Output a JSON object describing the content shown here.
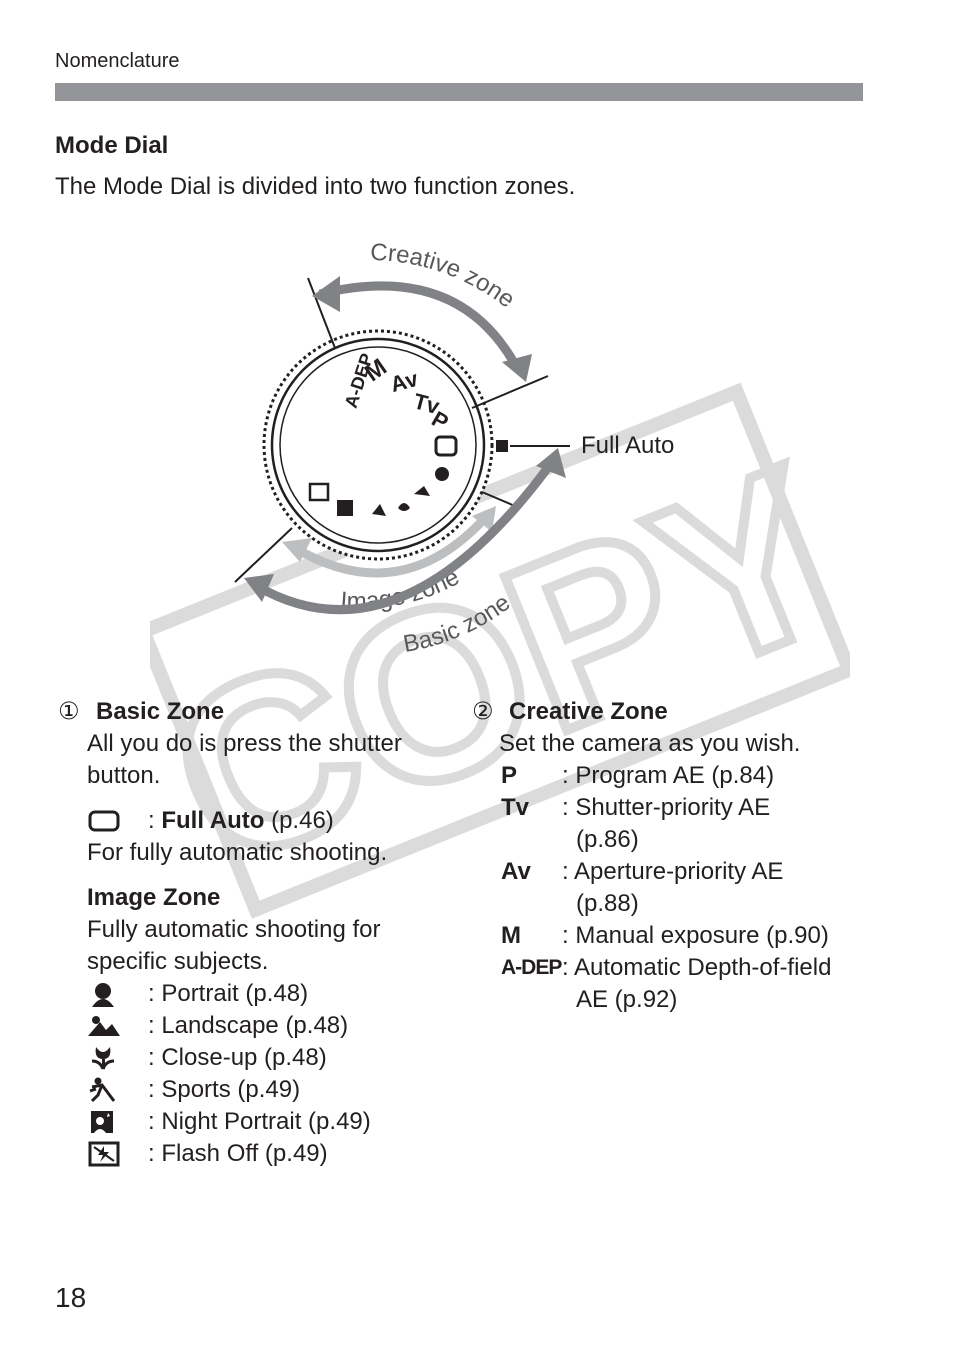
{
  "header": {
    "section": "Nomenclature"
  },
  "title": "Mode Dial",
  "intro": "The Mode Dial is divided into two function zones.",
  "diagram": {
    "creative_zone_label": "Creative zone",
    "full_auto_label": "Full Auto",
    "image_zone_label": "Image zone",
    "basic_zone_label": "Basic zone",
    "dial_marks": [
      "A-DEP",
      "M",
      "Av",
      "Tv",
      "P"
    ]
  },
  "watermark": "COPY",
  "basic": {
    "number": "①",
    "heading": "Basic Zone",
    "desc_line1": "All you do is press the shutter",
    "desc_line2": "button.",
    "full_auto": {
      "prefix": ": ",
      "name": "Full Auto",
      "page": " (p.46)"
    },
    "full_auto_desc": "For fully automatic shooting.",
    "image_zone_heading": "Image Zone",
    "image_desc_line1": "Fully automatic shooting for",
    "image_desc_line2": "specific subjects.",
    "modes": [
      {
        "icon": "portrait-icon",
        "text": ": Portrait (p.48)"
      },
      {
        "icon": "landscape-icon",
        "text": ": Landscape (p.48)"
      },
      {
        "icon": "close-up-icon",
        "text": ": Close-up (p.48)"
      },
      {
        "icon": "sports-icon",
        "text": ": Sports (p.49)"
      },
      {
        "icon": "night-portrait-icon",
        "text": ": Night Portrait (p.49)"
      },
      {
        "icon": "flash-off-icon",
        "text": ": Flash Off (p.49)"
      }
    ]
  },
  "creative": {
    "number": "②",
    "heading": "Creative Zone",
    "desc": "Set the camera as you wish.",
    "modes": [
      {
        "symbol": "P",
        "line1": ": Program AE (p.84)",
        "line2": ""
      },
      {
        "symbol": "Tv",
        "line1": ": Shutter-priority AE",
        "line2": "(p.86)"
      },
      {
        "symbol": "Av",
        "line1": ": Aperture-priority AE",
        "line2": "(p.88)"
      },
      {
        "symbol": "M",
        "line1": ": Manual exposure (p.90)",
        "line2": ""
      },
      {
        "symbol": "A-DEP",
        "line1": ": Automatic Depth-of-field",
        "line2": "AE (p.92)"
      }
    ]
  },
  "page_number": "18"
}
